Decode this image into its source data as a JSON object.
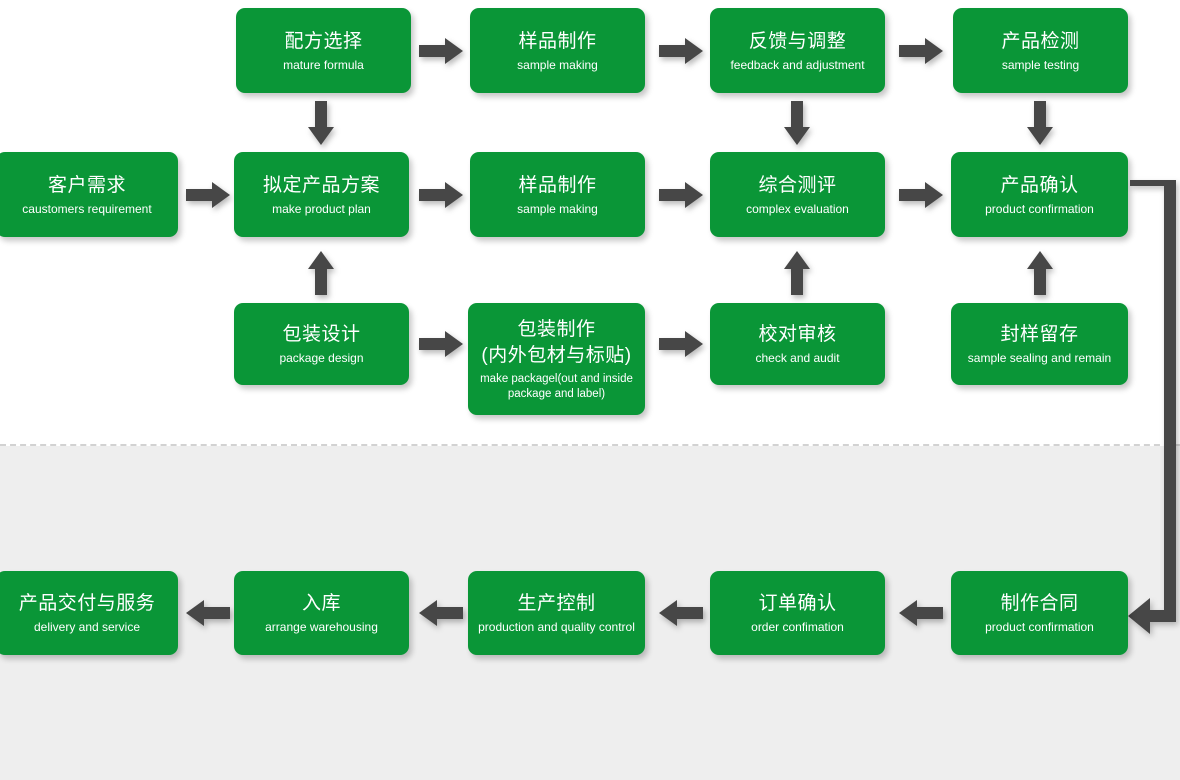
{
  "diagram": {
    "title": "Product Development and Order Fulfillment Flowchart",
    "colors": {
      "node_fill": "#0a9637",
      "node_text": "#ffffff",
      "arrow": "#474747",
      "band_top": "#ffffff",
      "band_bottom": "#eeeeee",
      "divider": "#d2d2d2"
    },
    "rows": {
      "row1": {
        "nodes": [
          {
            "zh": "配方选择",
            "en": "mature formula"
          },
          {
            "zh": "样品制作",
            "en": "sample making"
          },
          {
            "zh": "反馈与调整",
            "en": "feedback and adjustment"
          },
          {
            "zh": "产品检测",
            "en": "sample testing"
          }
        ]
      },
      "row2": {
        "nodes": [
          {
            "zh": "客户需求",
            "en": "caustomers requirement"
          },
          {
            "zh": "拟定产品方案",
            "en": "make product plan"
          },
          {
            "zh": "样品制作",
            "en": "sample making"
          },
          {
            "zh": "综合测评",
            "en": "complex evaluation"
          },
          {
            "zh": "产品确认",
            "en": "product confirmation"
          }
        ]
      },
      "row3": {
        "nodes": [
          {
            "zh": "包装设计",
            "en": "package design"
          },
          {
            "zh": "包装制作\n(内外包材与标贴)",
            "en": "make packagel(out and inside\npackage and label)"
          },
          {
            "zh": "校对审核",
            "en": "check and audit"
          },
          {
            "zh": "封样留存",
            "en": "sample sealing and remain"
          }
        ]
      },
      "row4": {
        "nodes": [
          {
            "zh": "产品交付与服务",
            "en": "delivery and service"
          },
          {
            "zh": "入库",
            "en": "arrange warehousing"
          },
          {
            "zh": "生产控制",
            "en": "production and quality control"
          },
          {
            "zh": "订单确认",
            "en": "order confimation"
          },
          {
            "zh": "制作合同",
            "en": "product confirmation"
          }
        ]
      }
    },
    "connectors": {
      "row1_right_arrows": [
        "arrow-right-icon",
        "arrow-right-icon",
        "arrow-right-icon"
      ],
      "row2_right_arrows": [
        "arrow-right-icon",
        "arrow-right-icon",
        "arrow-right-icon",
        "arrow-right-icon"
      ],
      "row3_right_arrows": [
        "arrow-right-icon",
        "arrow-right-icon"
      ],
      "row4_left_arrows": [
        "arrow-left-icon",
        "arrow-left-icon",
        "arrow-left-icon",
        "arrow-left-icon"
      ],
      "down_arrows": [
        "arrow-down-icon",
        "arrow-down-icon",
        "arrow-down-icon"
      ],
      "up_arrows": [
        "arrow-up-icon",
        "arrow-up-icon",
        "arrow-up-icon"
      ],
      "feedback_loop": "elbow-connector-product-confirmation-to-contract"
    }
  }
}
